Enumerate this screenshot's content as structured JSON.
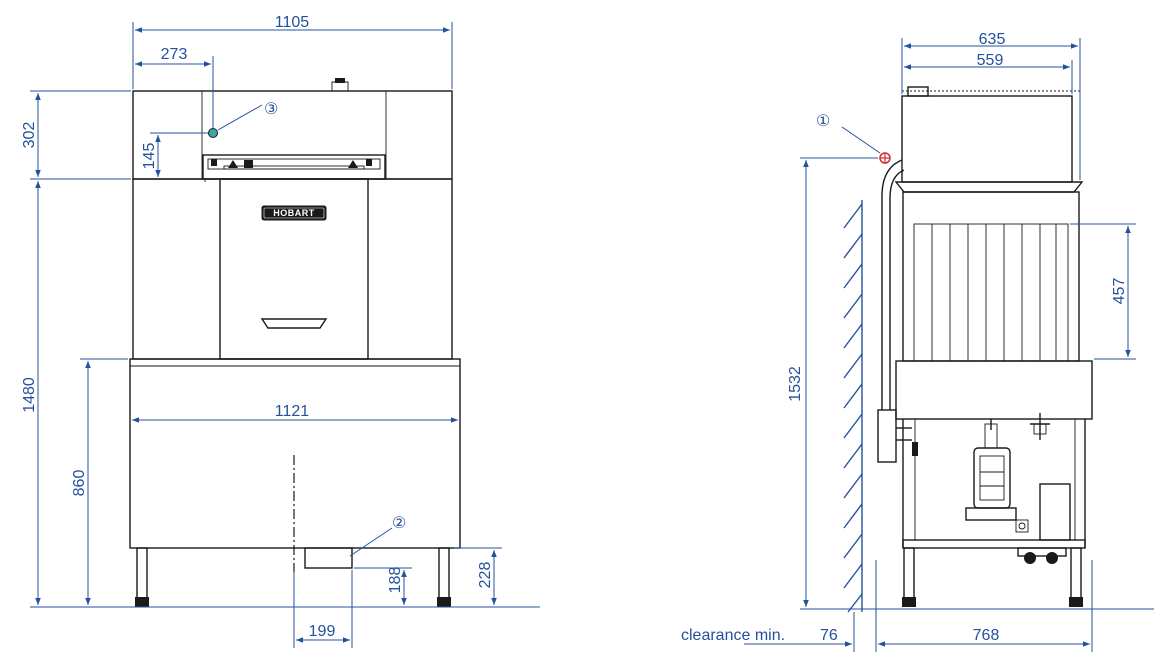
{
  "colors": {
    "dimension": "#24519c",
    "outline": "#1a1a1a",
    "background": "#ffffff",
    "marker_red": "#d42a2a",
    "marker_teal": "#3aa7a7"
  },
  "brand": {
    "logo": "HOBART"
  },
  "front_view": {
    "dimensions": {
      "overall_width": "1105",
      "offset_left": "273",
      "top_height": "302",
      "marker_height": "145",
      "total_height": "1480",
      "base_width": "1121",
      "base_height": "860",
      "drain_width": "199",
      "drain_height_1": "188",
      "drain_height_2": "228"
    },
    "callouts": {
      "c3": "③",
      "c2": "②"
    }
  },
  "side_view": {
    "dimensions": {
      "overall_depth": "635",
      "hood_depth": "559",
      "wall_height": "1532",
      "curtain_height": "457",
      "base_depth": "768",
      "clearance_label": "clearance min.",
      "clearance_value": "76"
    },
    "callouts": {
      "c1": "①"
    }
  }
}
